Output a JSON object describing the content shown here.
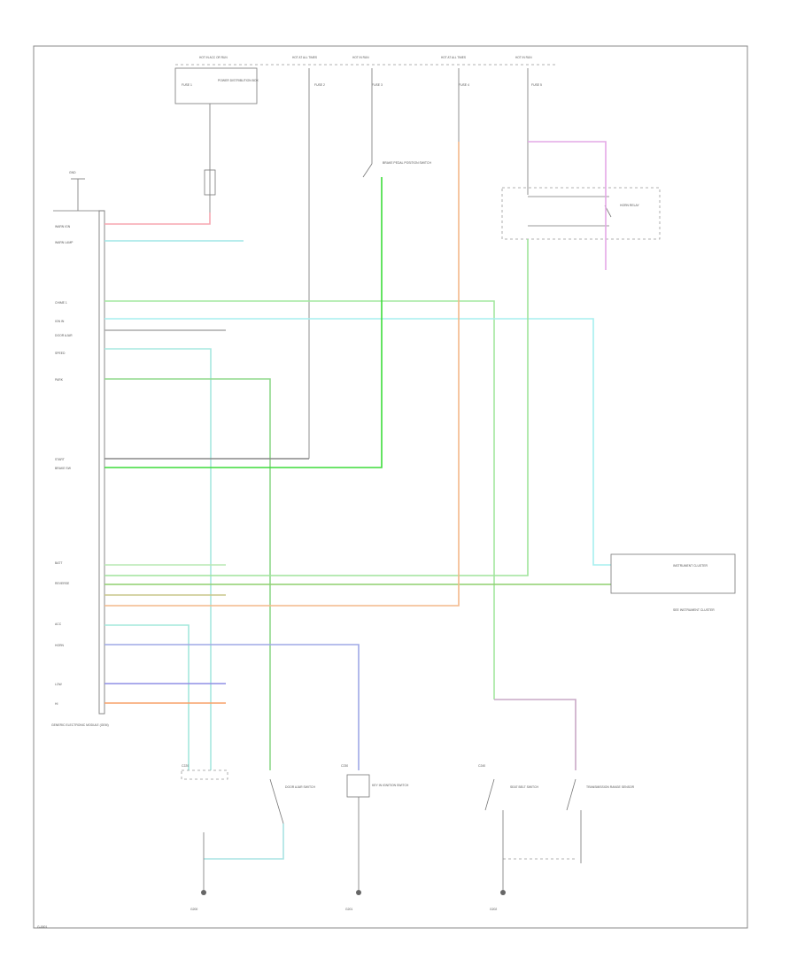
{
  "fuse_panel": {
    "headers": [
      "HOT IN ACC OR RUN",
      "HOT AT ALL TIMES",
      "HOT IN RUN",
      "HOT AT ALL TIMES",
      "HOT IN RUN"
    ],
    "fuses": [
      "FUSE 1",
      "FUSE 2",
      "FUSE 3",
      "FUSE 4",
      "FUSE 5"
    ]
  },
  "power_distribution": {
    "label": "POWER DISTRIBUTION BOX"
  },
  "left_module": {
    "label": "GENERIC ELECTRONIC MODULE (GEM)",
    "ground_label": "GND",
    "pins": [
      "WARN IGN",
      "WARN LAMP",
      "CHIME 1",
      "IGN IN",
      "DOOR AJAR",
      "SPEED",
      "PARK",
      "START",
      "BRAKE SW",
      "BATT",
      "REVERSE",
      "ACC",
      "HORN",
      "LOW",
      "HI"
    ]
  },
  "right_module": {
    "label": "INSTRUMENT CLUSTER",
    "note": "SEE INSTRUMENT CLUSTER"
  },
  "connectors": {
    "c1": "C220",
    "c2": "C230",
    "c3": "C240"
  },
  "components": {
    "brake_switch": "BRAKE PEDAL POSITION SWITCH",
    "door_switch": "DOOR AJAR SWITCH",
    "key_switch": "KEY IN IGNITION SWITCH",
    "seat_belt": "SEAT BELT SWITCH",
    "trans_switch": "TRANSMISSION RANGE SENSOR",
    "horn": "HORN RELAY"
  },
  "ground_labels": [
    "G200",
    "G201",
    "G202"
  ],
  "footer": "G-0001"
}
